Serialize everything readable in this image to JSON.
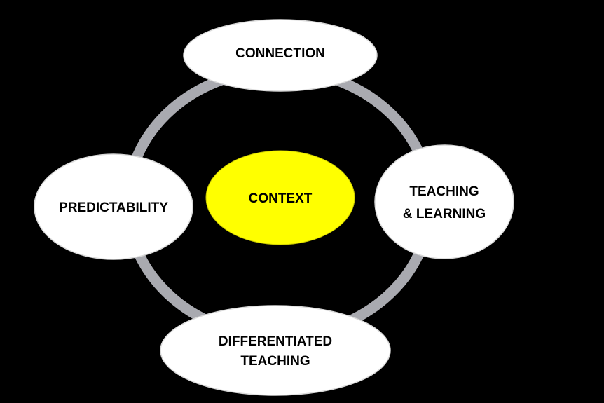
{
  "diagram": {
    "center": {
      "label": "CONTEXT",
      "fill": "#FFFF00"
    },
    "nodes": {
      "connection": {
        "lines": [
          "CONNECTION"
        ]
      },
      "teaching_learning": {
        "lines": [
          "TEACHING",
          "& LEARNING"
        ]
      },
      "differentiated_teaching": {
        "lines": [
          "DIFFERENTIATED",
          "TEACHING"
        ]
      },
      "predictability": {
        "lines": [
          "PREDICTABILITY"
        ]
      }
    },
    "colors": {
      "background": "#000000",
      "ring": "#A9AAB0",
      "node_fill": "#FFFFFF",
      "node_stroke": "#D9D9D9",
      "text": "#000000"
    }
  }
}
